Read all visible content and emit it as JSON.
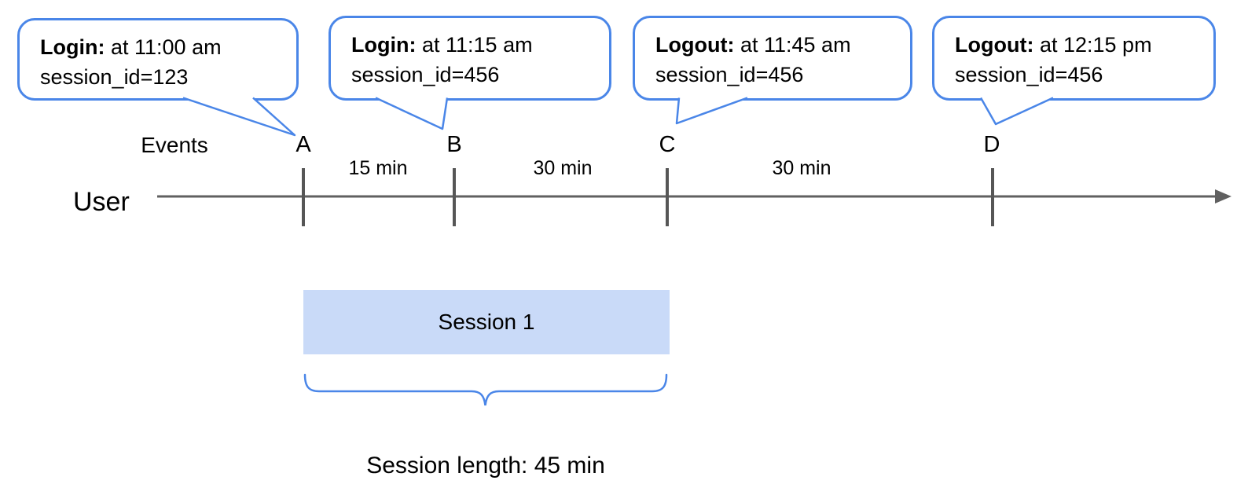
{
  "callouts": [
    {
      "label": "Login:",
      "detail": "at 11:00 am",
      "session": "session_id=123"
    },
    {
      "label": "Login:",
      "detail": "at 11:15 am",
      "session": "session_id=456"
    },
    {
      "label": "Logout:",
      "detail": "at 11:45 am",
      "session": "session_id=456"
    },
    {
      "label": "Logout:",
      "detail": "at 12:15 pm",
      "session": "session_id=456"
    }
  ],
  "timeline": {
    "events_label": "Events",
    "axis_label": "User",
    "ticks": [
      {
        "label": "A"
      },
      {
        "label": "B"
      },
      {
        "label": "C"
      },
      {
        "label": "D"
      }
    ],
    "intervals": [
      {
        "label": "15 min"
      },
      {
        "label": "30 min"
      },
      {
        "label": "30 min"
      }
    ]
  },
  "session": {
    "box_label": "Session 1",
    "caption": "Session length: 45 min"
  },
  "colors": {
    "accent_blue": "#4a86e8",
    "session_fill": "#c9daf8",
    "line_gray": "#606060",
    "tick_gray": "#565656",
    "text_black": "#000000"
  }
}
